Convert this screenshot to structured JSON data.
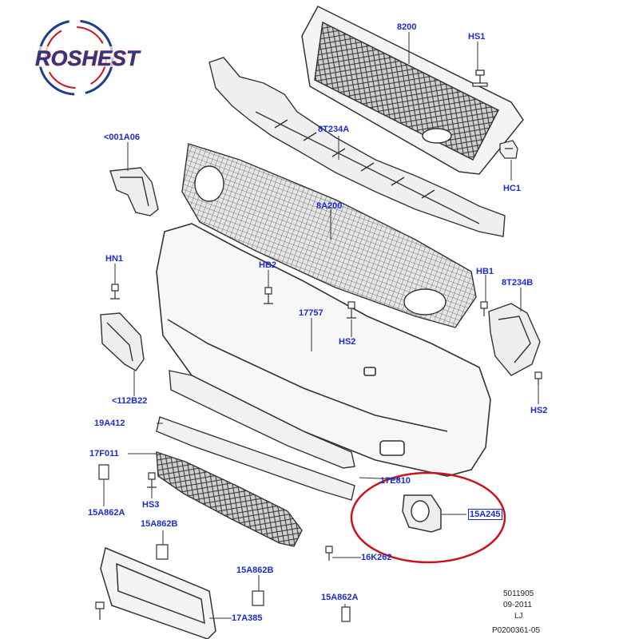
{
  "logo": {
    "text": "ROSHEST",
    "color": "#1f3d8f"
  },
  "colors": {
    "callout": "#1c2bd1",
    "highlight_ring": "#c8141a",
    "line_art": "#333333",
    "grille_fill": "#cfcfcf"
  },
  "callouts": {
    "c8200": "8200",
    "chs1": "HS1",
    "c8t234a": "8T234A",
    "c001a06": "<001A06",
    "chc1": "HC1",
    "c8a200": "8A200",
    "chn1": "HN1",
    "chb2": "HB2",
    "chb1": "HB1",
    "c8t234b": "8T234B",
    "c17757": "17757",
    "chs2a": "HS2",
    "chs2b": "HS2",
    "c112b22": "<112B22",
    "c19a412": "19A412",
    "c17f011": "17F011",
    "c17e810": "17E810",
    "c15a245": "15A245",
    "c15a862a_1": "15A862A",
    "chs3": "HS3",
    "c15a862b_1": "15A862B",
    "c16k262": "16K262",
    "c15a862b_2": "15A862B",
    "c17a385": "17A385",
    "c15a862a_2": "15A862A"
  },
  "footer": {
    "code": "5011905",
    "date": "09-2011",
    "region": "LJ",
    "ref": "P0200361-05"
  }
}
